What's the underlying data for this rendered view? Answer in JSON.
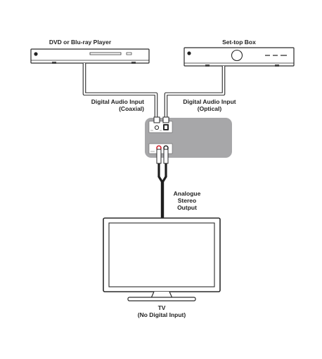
{
  "devices": {
    "dvd_player": {
      "label": "DVD or Blu-ray Player"
    },
    "set_top_box": {
      "label": "Set-top Box"
    },
    "tv": {
      "label_line1": "TV",
      "label_line2": "(No Digital Input)"
    }
  },
  "connections": {
    "coaxial": {
      "label_line1": "Digital Audio Input",
      "label_line2": "(Coaxial)"
    },
    "optical": {
      "label_line1": "Digital Audio Input",
      "label_line2": "(Optical)"
    },
    "analogue": {
      "label_line1": "Analogue",
      "label_line2": "Stereo",
      "label_line3": "Output"
    }
  },
  "colors": {
    "converter_body": "#a7a7a9",
    "converter_panel": "#ffffff",
    "rca_red": "#d0202b",
    "cable_dark": "#1e1e1e",
    "cable_light": "#ffffff",
    "outline": "#2a2a2a"
  }
}
